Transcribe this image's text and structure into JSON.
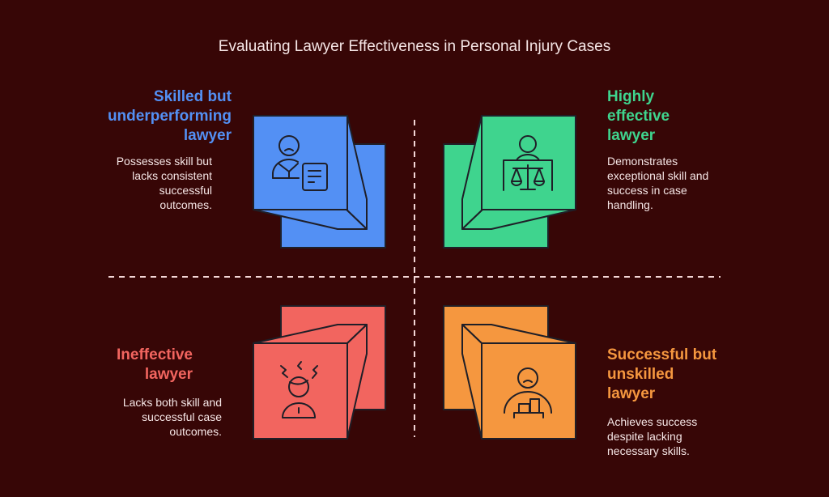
{
  "title": "Evaluating Lawyer Effectiveness in Personal Injury Cases",
  "colors": {
    "background": "#370606",
    "axis": "#f3d6d6",
    "blue": "#5390f4",
    "green": "#3fd48e",
    "red": "#f2655f",
    "orange": "#f5973f",
    "outline": "#1f1f28"
  },
  "quadrants": {
    "top_left": {
      "title": [
        "Skilled but",
        "underperforming",
        "lawyer"
      ],
      "description": [
        "Possesses skill but",
        "lacks consistent",
        "successful",
        "outcomes."
      ],
      "icon": "person-with-document-icon",
      "color": "#5390f4"
    },
    "top_right": {
      "title": [
        "Highly",
        "effective",
        "lawyer"
      ],
      "description": [
        "Demonstrates",
        "exceptional skill and",
        "success in case",
        "handling."
      ],
      "icon": "person-with-scales-icon",
      "color": "#3fd48e"
    },
    "bottom_left": {
      "title": [
        "Ineffective",
        "lawyer"
      ],
      "description": [
        "Lacks both skill and",
        "successful case",
        "outcomes."
      ],
      "icon": "frustrated-person-icon",
      "color": "#f2655f"
    },
    "bottom_right": {
      "title": [
        "Successful but",
        "unskilled",
        "lawyer"
      ],
      "description": [
        "Achieves success",
        "despite lacking",
        "necessary skills."
      ],
      "icon": "person-with-bar-chart-icon",
      "color": "#f5973f"
    }
  }
}
